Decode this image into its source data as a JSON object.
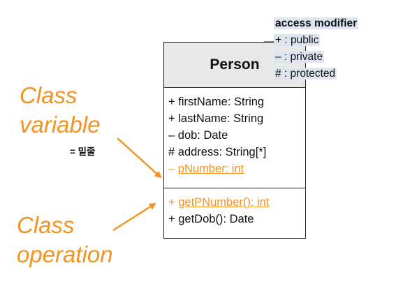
{
  "uml_class": {
    "name": "Person",
    "attributes": [
      {
        "visibility": "+",
        "text": "firstName: String",
        "highlighted": false
      },
      {
        "visibility": "+",
        "text": "lastName: String",
        "highlighted": false
      },
      {
        "visibility": "–",
        "text": "dob: Date",
        "highlighted": false
      },
      {
        "visibility": "#",
        "text": "address: String[*]",
        "highlighted": false
      },
      {
        "visibility": "–",
        "text": "pNumber: int",
        "highlighted": true
      }
    ],
    "operations": [
      {
        "visibility": "+",
        "text": "getPNumber(): int",
        "highlighted": true
      },
      {
        "visibility": "+",
        "text": "getDob(): Date",
        "highlighted": false
      }
    ]
  },
  "legend": {
    "title": "access modifier",
    "items": [
      "+ : public",
      "– : private",
      "# : protected"
    ]
  },
  "labels": {
    "class_variable_line1": "Class",
    "class_variable_line2": "variable",
    "class_variable_note": "= 밑줄",
    "class_operation_line1": "Class",
    "class_operation_line2": "operation"
  },
  "colors": {
    "accent": "#f39221",
    "header_fill": "#e8e8e8",
    "legend_highlight": "#dde6f0"
  }
}
